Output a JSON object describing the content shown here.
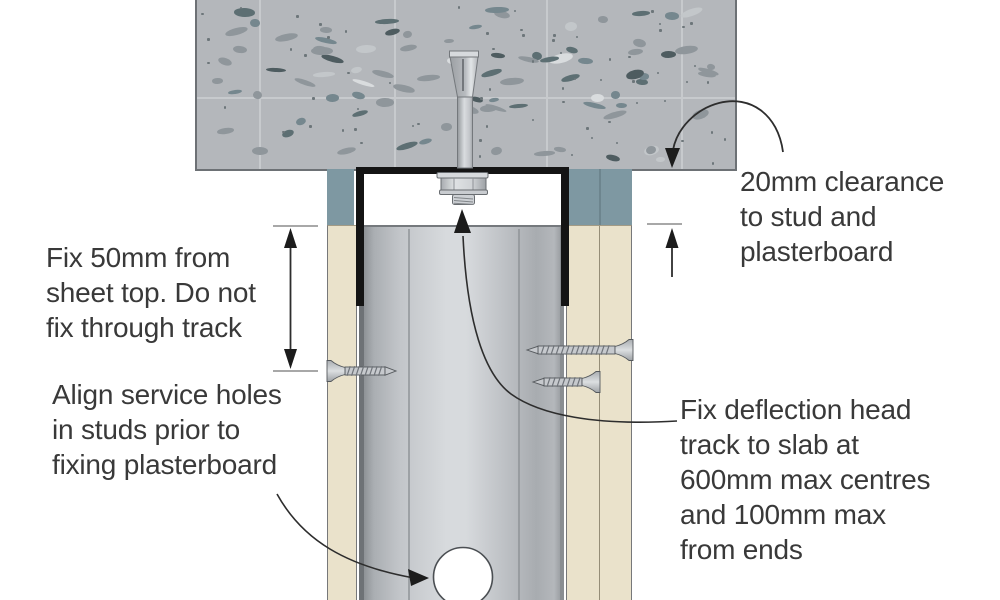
{
  "diagram": {
    "annotations": {
      "fix_50mm": {
        "lines": [
          "Fix 50mm from",
          "sheet top. Do not",
          "fix through track"
        ]
      },
      "align_holes": {
        "lines": [
          "Align service holes",
          "in studs prior to",
          "fixing plasterboard"
        ]
      },
      "clearance": {
        "lines": [
          "20mm clearance",
          "to stud and",
          "plasterboard"
        ]
      },
      "fix_track": {
        "lines": [
          "Fix deflection head",
          "track to slab at",
          "600mm max centres",
          "and 100mm max",
          "from ends"
        ]
      }
    },
    "colors": {
      "concrete": "#b4b7bb",
      "concrete_joint": "#c7cacd",
      "speckle_palette": [
        "#8f969b",
        "#75878e",
        "#5d6f73",
        "#4e5c60",
        "#c3c7ca",
        "#6f9097",
        "#d9dcde",
        "#edeff0"
      ],
      "acoustic_seal": "#7e98a2",
      "plasterboard": "#eae2cb",
      "plasterboard_edge": "#77787a",
      "board_joint": "#958d77",
      "track": "#141414",
      "ink": "#393939",
      "line": "#2d2d2d",
      "tick": "#8c8c8c",
      "background": "#ffffff"
    }
  }
}
